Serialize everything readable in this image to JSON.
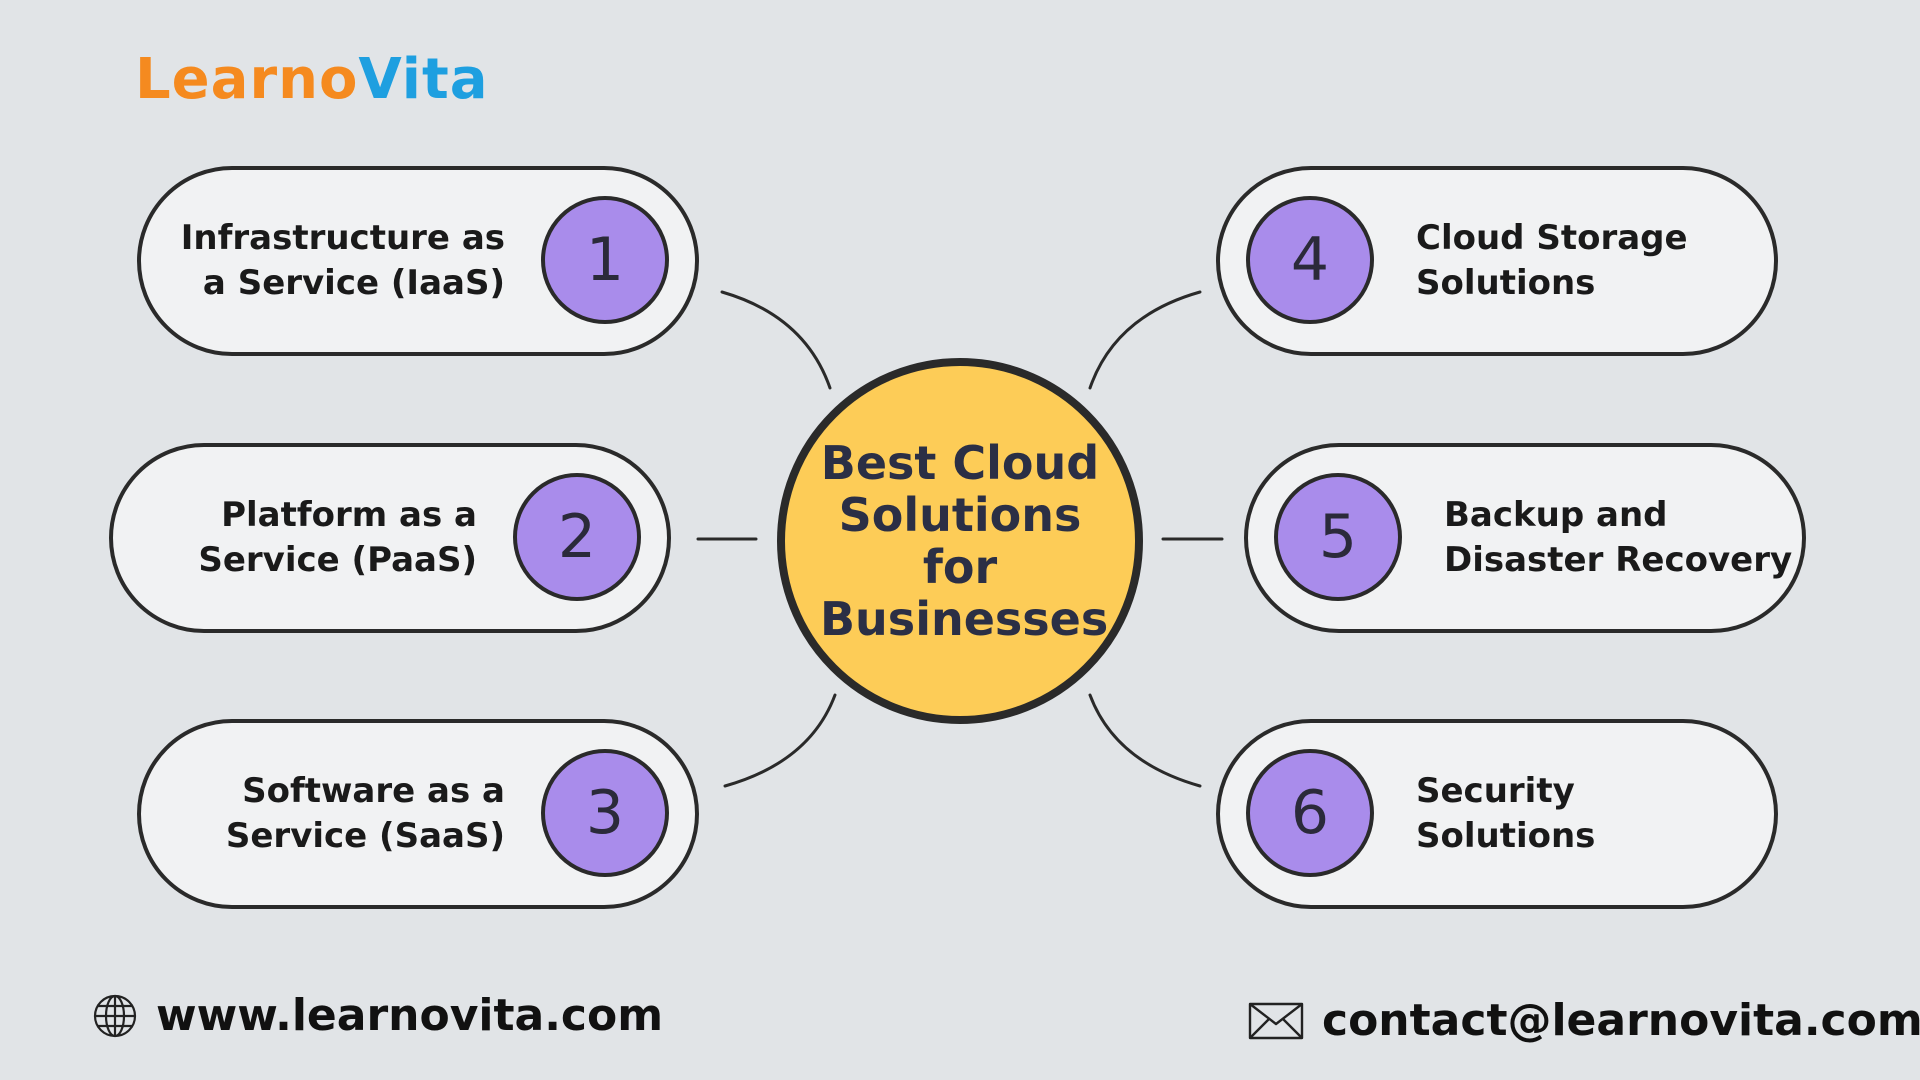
{
  "brand": {
    "part1": "Learno",
    "part2": "Vita"
  },
  "center": {
    "title": "Best Cloud Solutions for Businesses"
  },
  "items": [
    {
      "number": "1",
      "line1": "Infrastructure as",
      "line2": "a Service (IaaS)"
    },
    {
      "number": "2",
      "line1": "Platform as a",
      "line2": "Service (PaaS)"
    },
    {
      "number": "3",
      "line1": "Software as a",
      "line2": "Service (SaaS)"
    },
    {
      "number": "4",
      "line1": "Cloud Storage",
      "line2": "Solutions"
    },
    {
      "number": "5",
      "line1": "Backup and",
      "line2": "Disaster Recovery"
    },
    {
      "number": "6",
      "line1": "Security",
      "line2": "Solutions"
    }
  ],
  "footer": {
    "website": "www.learnovita.com",
    "email": "contact@learnovita.com",
    "website_icon": "globe-icon",
    "email_icon": "envelope-icon"
  },
  "colors": {
    "background": "#E1E4E7",
    "center_fill": "#FDCC57",
    "number_fill": "#A98CEB",
    "brand_orange": "#F58A1F",
    "brand_blue": "#1E9FE0"
  }
}
